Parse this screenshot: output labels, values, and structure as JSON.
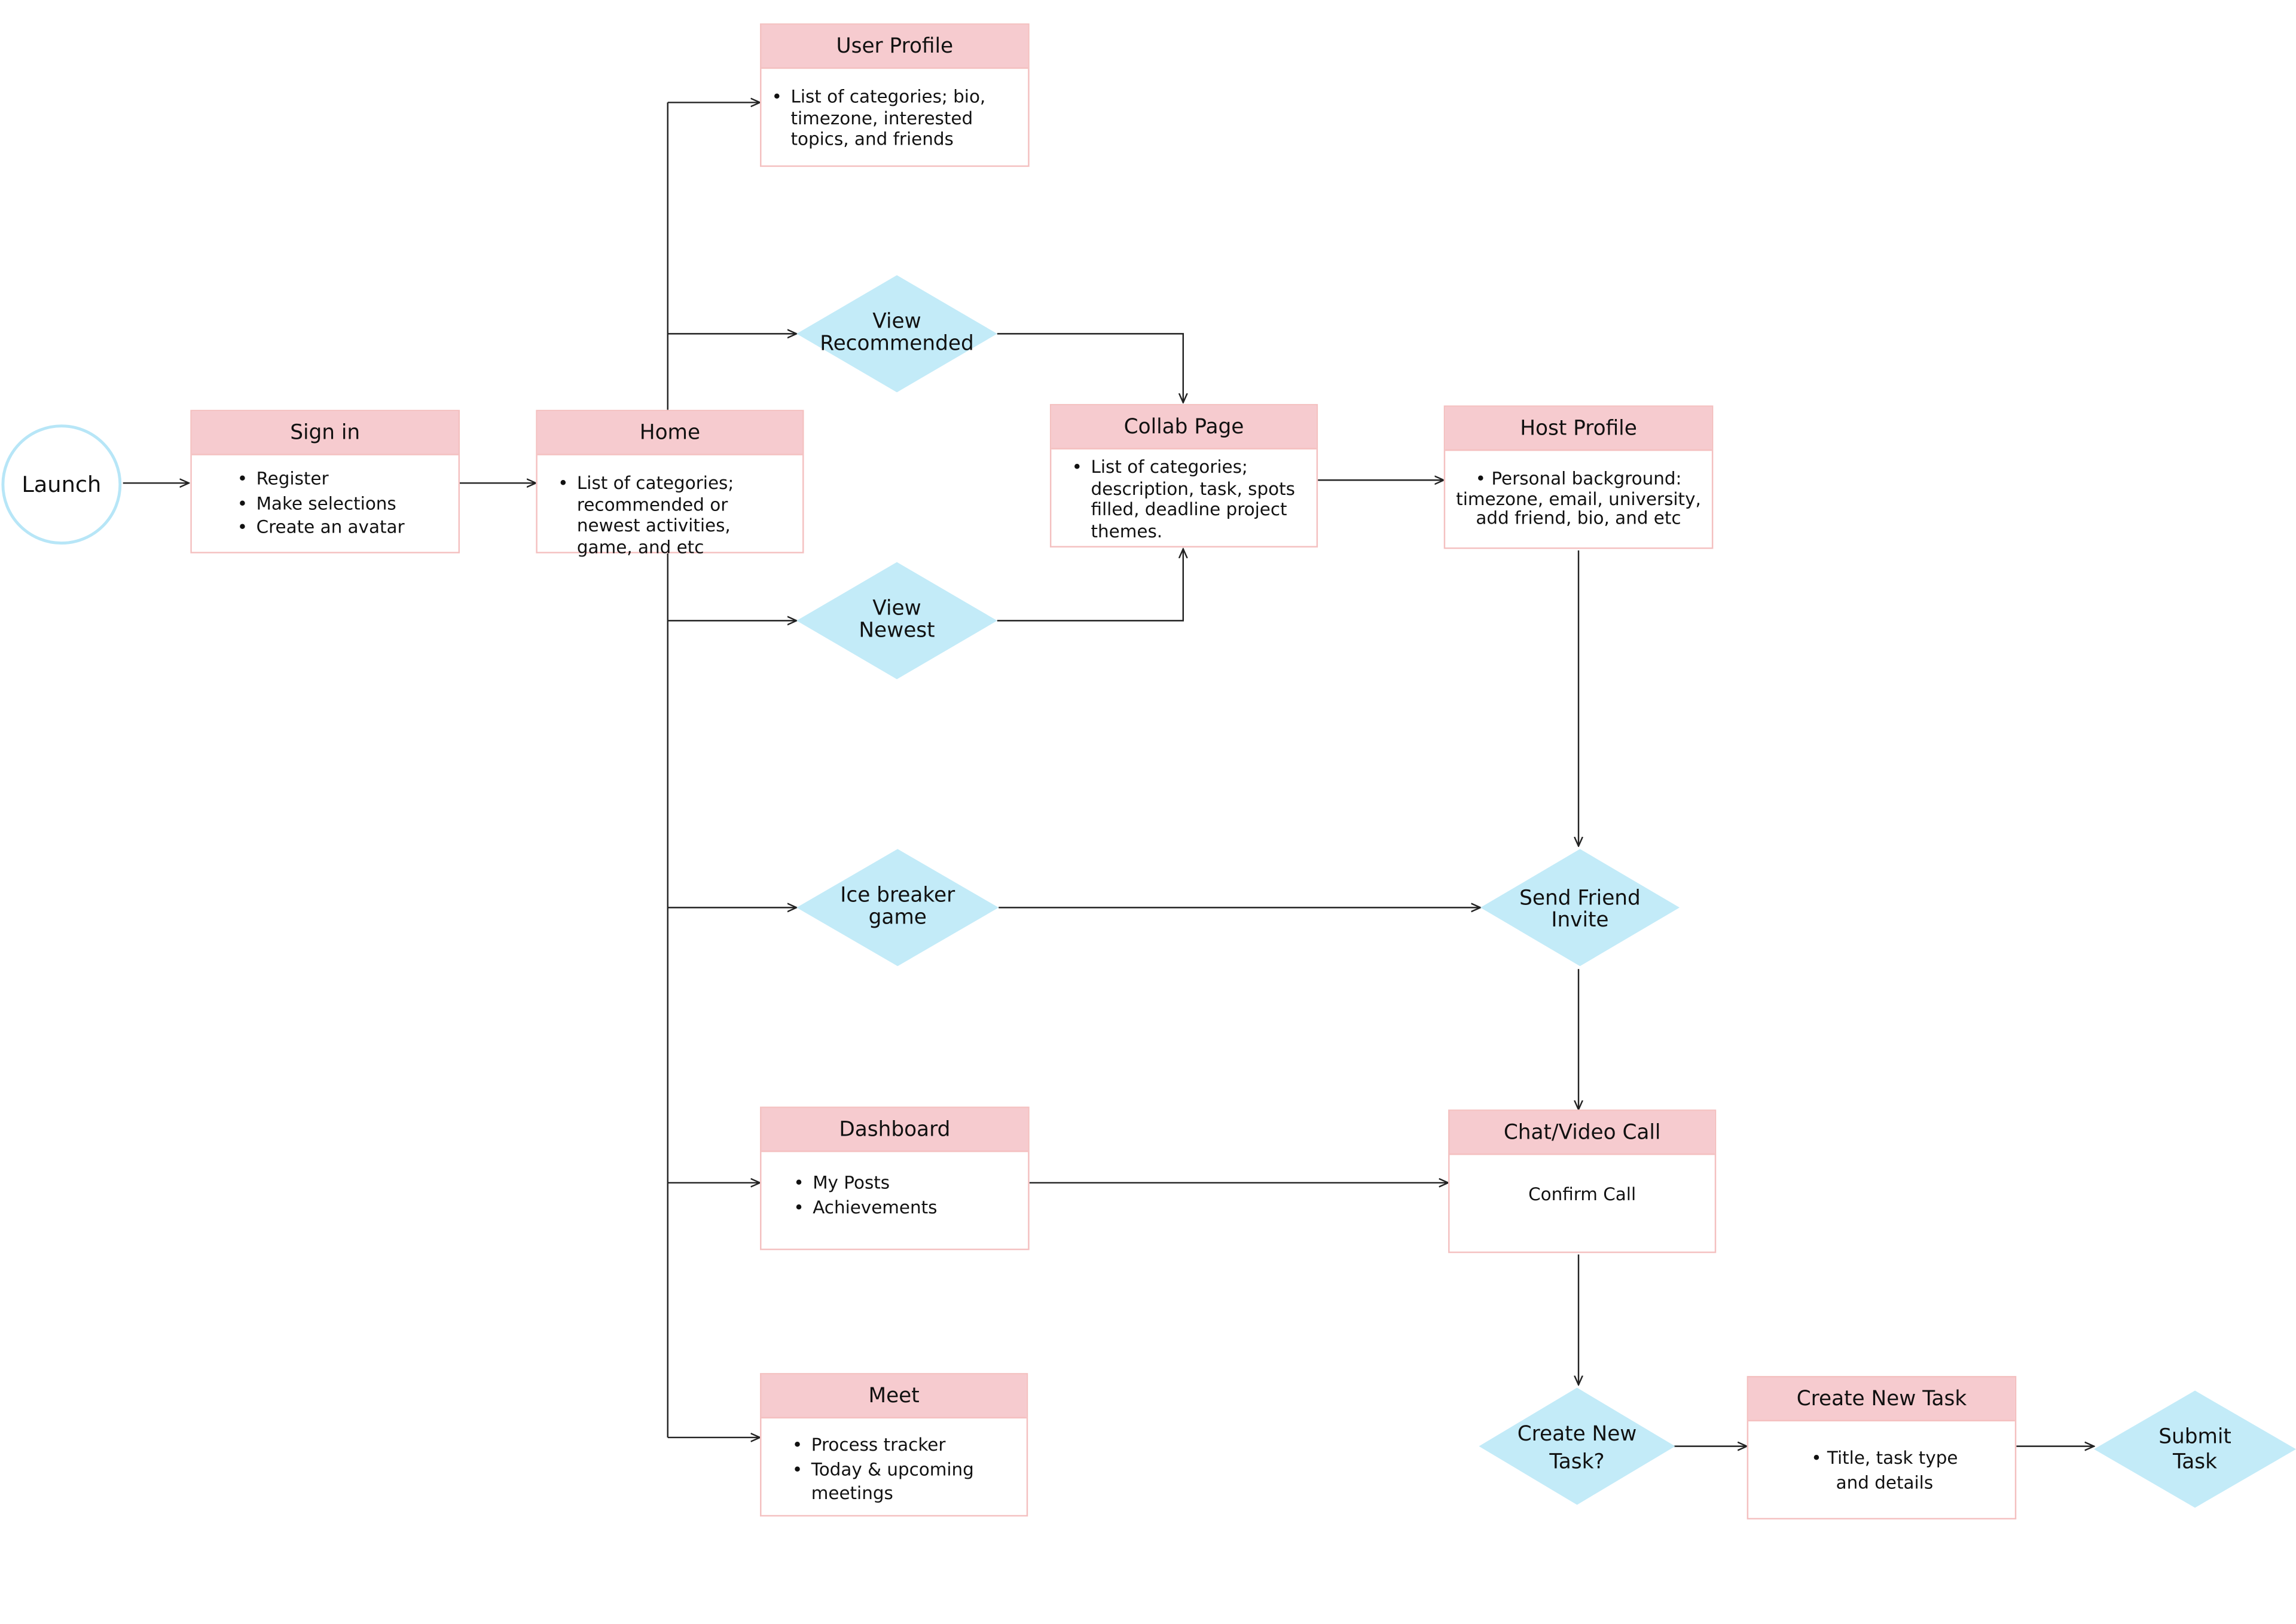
{
  "launch": {
    "label": "Launch"
  },
  "sign_in": {
    "title": "Sign in",
    "items": [
      "Register",
      "Make selections",
      "Create an avatar"
    ]
  },
  "home": {
    "title": "Home",
    "item": "List of categories; recommended or newest activities, game, and etc"
  },
  "user_profile": {
    "title": "User Profile",
    "item": "List of categories; bio, timezone, interested topics, and friends"
  },
  "view_recommended": {
    "label": "View\nRecommended"
  },
  "view_newest": {
    "label": "View\nNewest"
  },
  "collab_page": {
    "title": "Collab Page",
    "item": "List of categories; description, task, spots filled, deadline project themes."
  },
  "host_profile": {
    "title": "Host Profile",
    "item": "Personal background: timezone, email, university, add friend, bio, and etc"
  },
  "ice_breaker": {
    "label": "Ice breaker\ngame"
  },
  "send_friend_invite": {
    "label": "Send Friend\nInvite"
  },
  "dashboard": {
    "title": "Dashboard",
    "items": [
      "My Posts",
      "Achievements"
    ]
  },
  "chat_video_call": {
    "title": "Chat/Video Call",
    "body": "Confirm Call"
  },
  "meet": {
    "title": "Meet",
    "items": [
      "Process tracker",
      "Today & upcoming meetings"
    ]
  },
  "create_new_task_decision": {
    "label": "Create New\nTask?"
  },
  "create_new_task": {
    "title": "Create New Task",
    "item": "Title, task type and details"
  },
  "submit_task": {
    "label": "Submit\nTask"
  },
  "colors": {
    "box_header": "#f6cbcf",
    "box_border": "#f4c0c0",
    "diamond_fill": "#c3ebf8",
    "circle_border": "#b7e6f7",
    "line": "#222222"
  }
}
